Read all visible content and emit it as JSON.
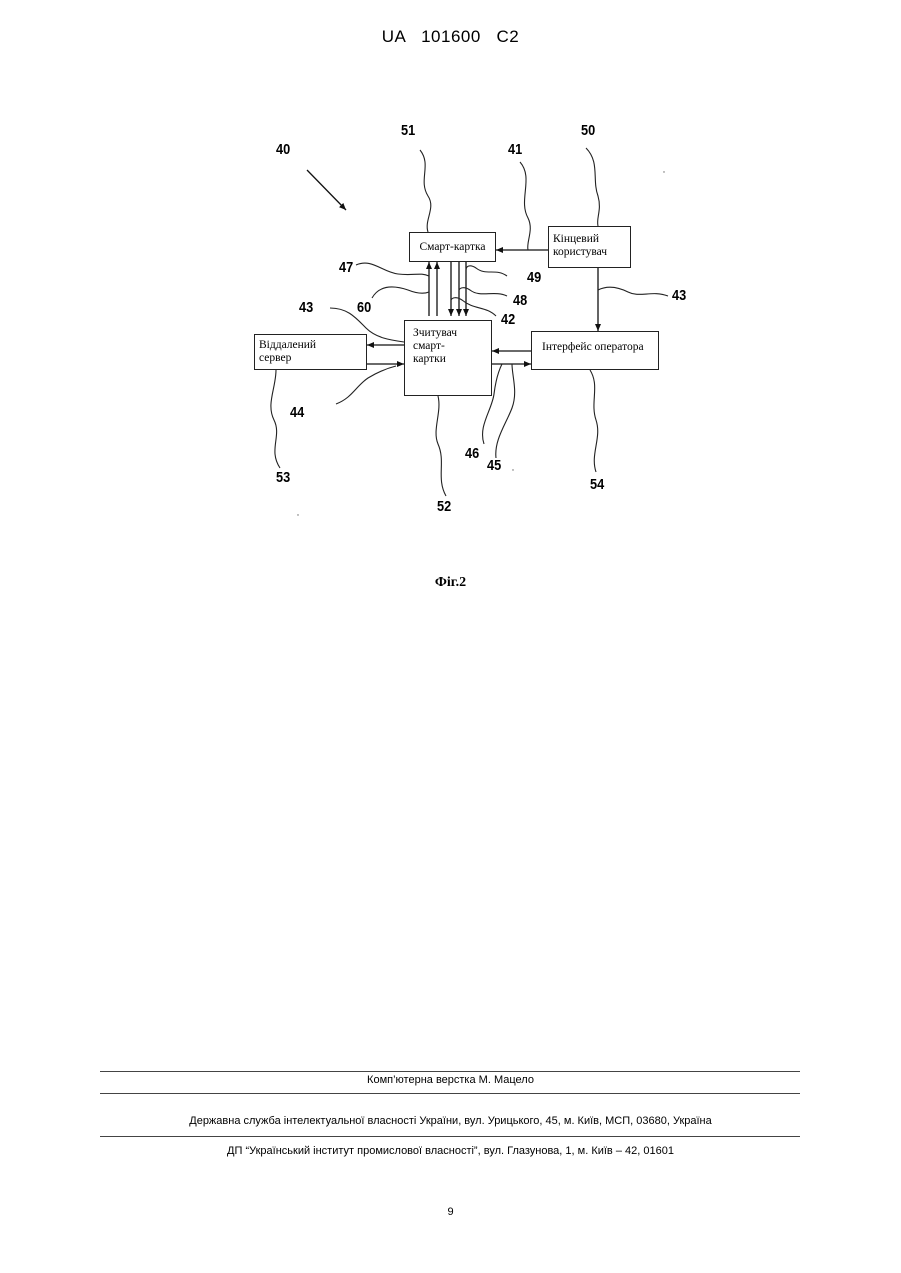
{
  "header": {
    "doc_id": "UA   101600   C2"
  },
  "diagram": {
    "boxes": {
      "smart_card": "Смарт-картка",
      "end_user_line1": "Кінцевий",
      "end_user_line2": "користувач",
      "remote_server_line1": "Віддалений",
      "remote_server_line2": "сервер",
      "reader_line1": "Зчитувач",
      "reader_line2": "смарт-",
      "reader_line3": "картки",
      "operator_interface": "Інтерфейс оператора"
    },
    "refs": {
      "r40": "40",
      "r51": "51",
      "r41": "41",
      "r50": "50",
      "r47": "47",
      "r49": "49",
      "r43a": "43",
      "r60": "60",
      "r48": "48",
      "r42": "42",
      "r43b": "43",
      "r44": "44",
      "r53": "53",
      "r46": "46",
      "r45": "45",
      "r54": "54",
      "r52": "52"
    },
    "caption": "Фіг.2"
  },
  "footer": {
    "layout_credit": "Комп’ютерна верстка М. Мацело",
    "agency": "Державна служба інтелектуальної власності України, вул. Урицького, 45, м. Київ, МСП, 03680, Україна",
    "institute": "ДП “Український інститут промислової власності”, вул. Глазунова, 1, м. Київ – 42, 01601",
    "page_number": "9"
  }
}
